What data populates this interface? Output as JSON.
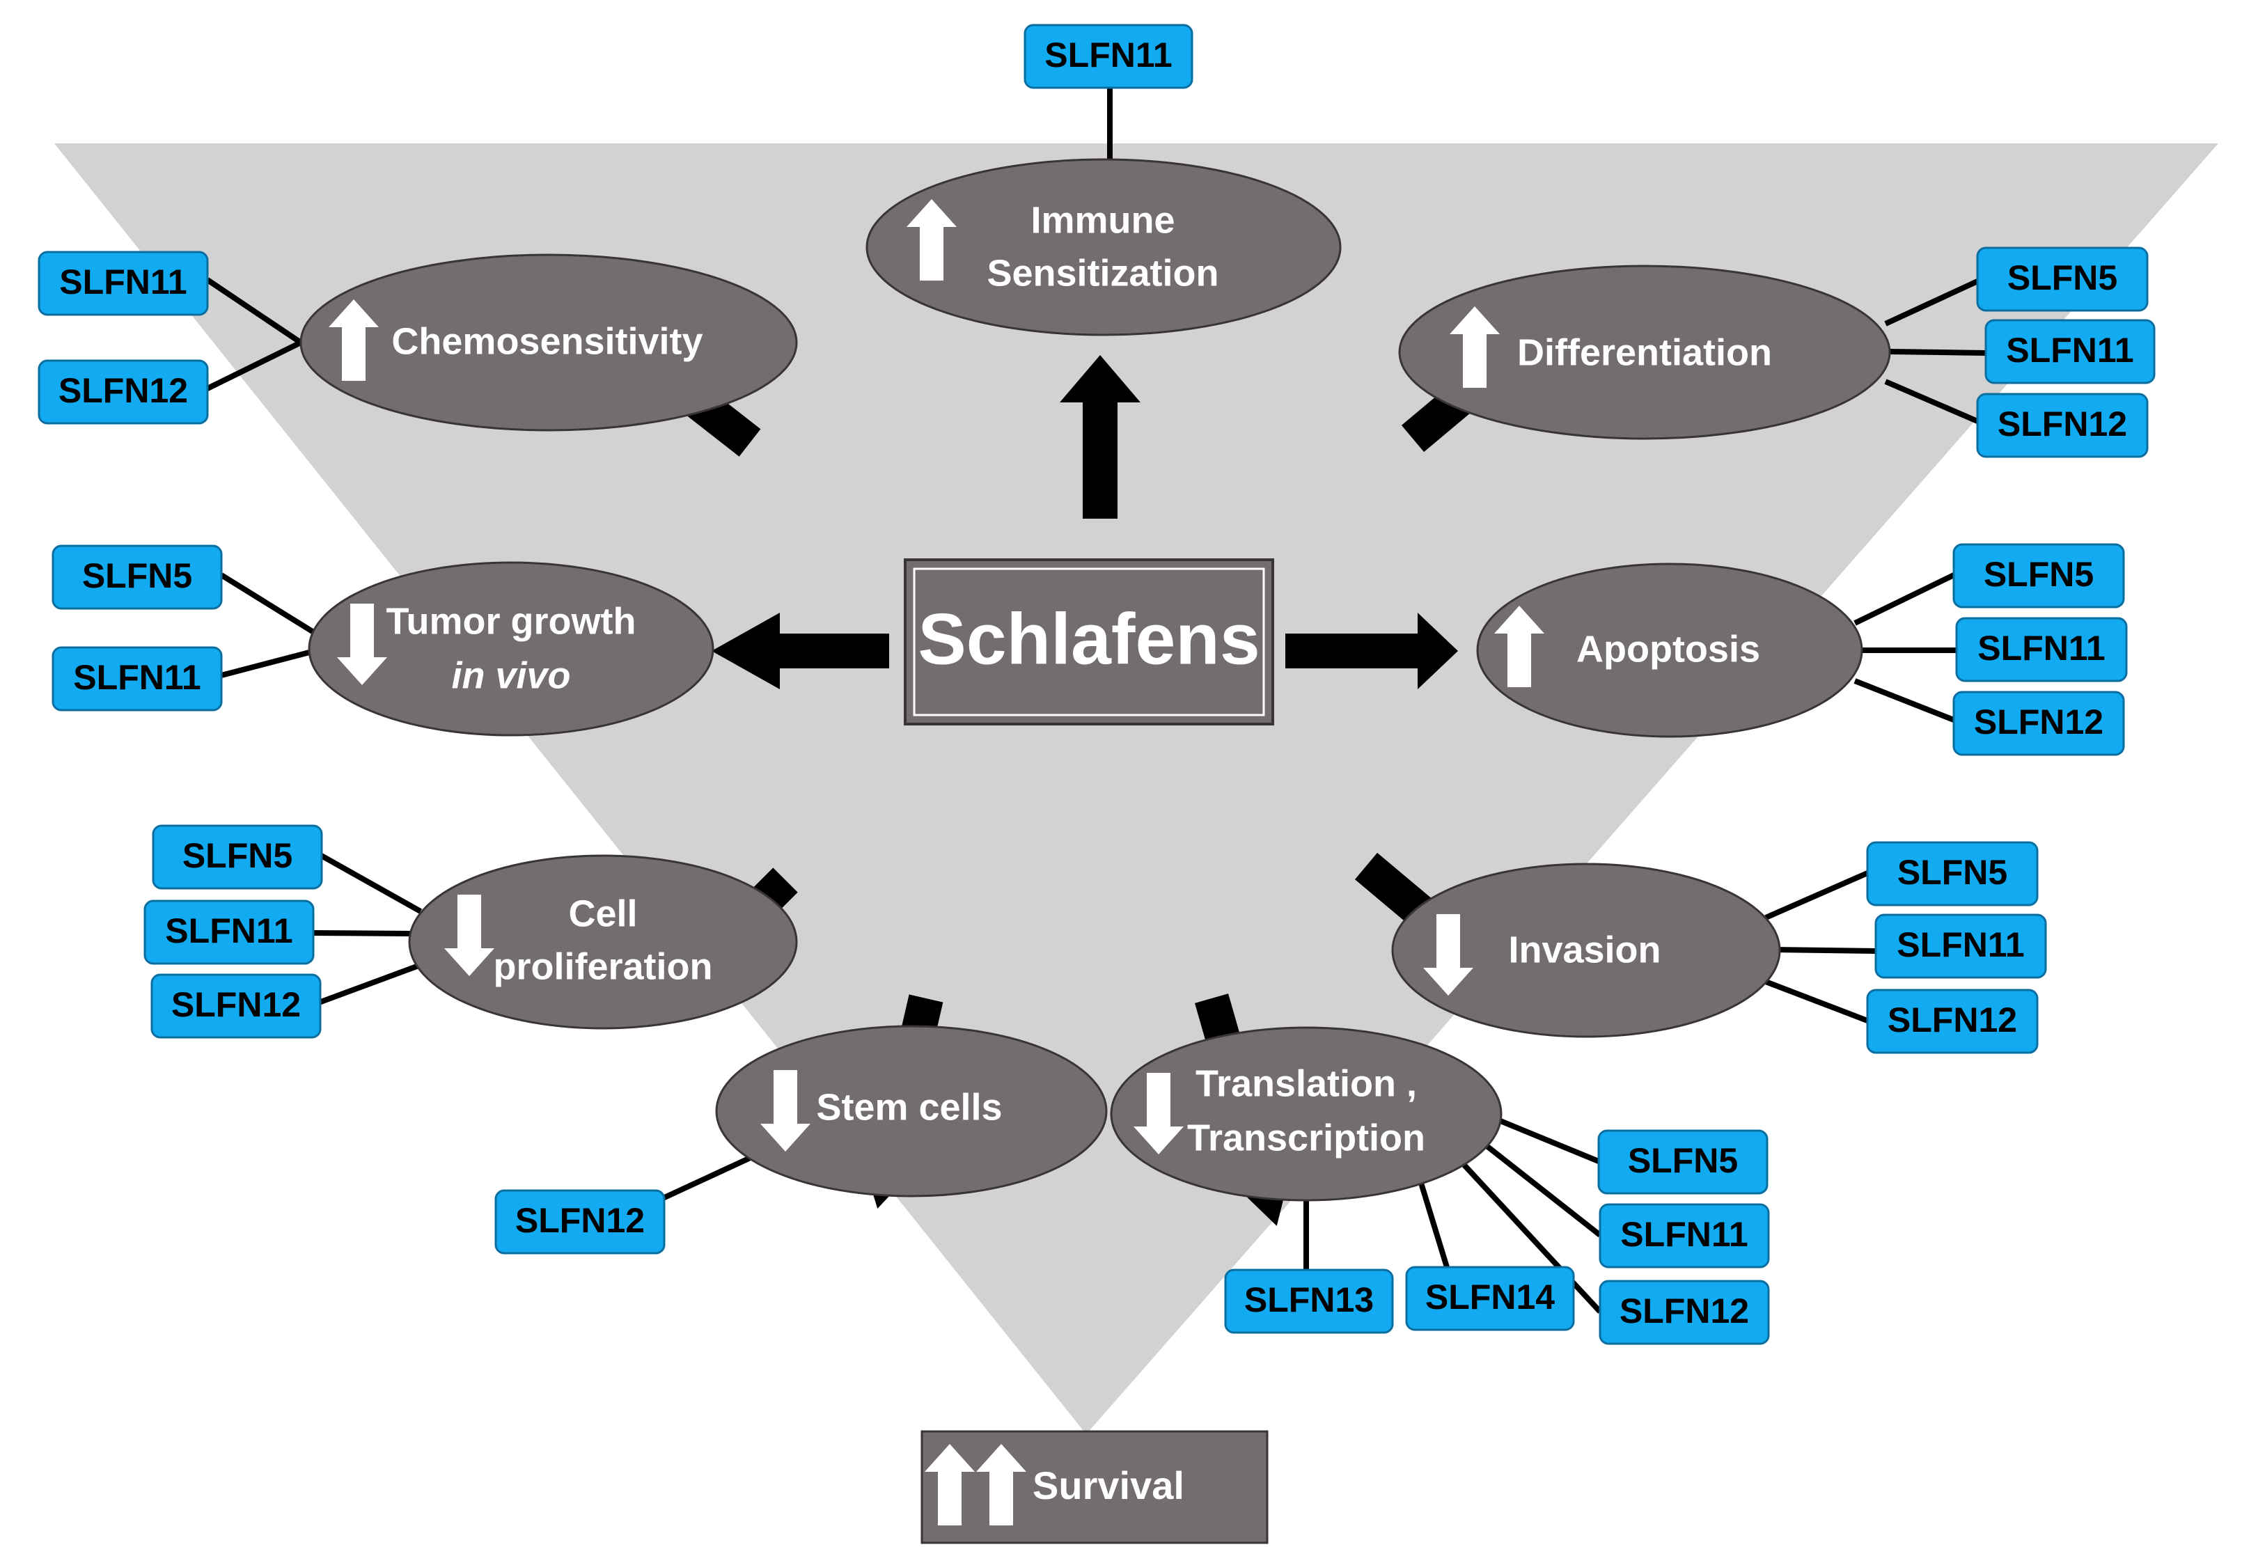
{
  "colors": {
    "background": "#ffffff",
    "triangle": "#d3d2d2",
    "node_fill": "#746d6d",
    "node_stroke": "#3a3535",
    "tag_fill": "#12aaf0",
    "tag_stroke": "#0a6ea0",
    "connector": "#000000",
    "node_text": "#ffffff"
  },
  "center": {
    "label": "Schlafens"
  },
  "nodes": {
    "immune": {
      "lines": [
        "Immune",
        "Sensitization"
      ],
      "direction": "up",
      "tags": [
        "SLFN11"
      ]
    },
    "chemosensitivity": {
      "lines": [
        "Chemosensitivity"
      ],
      "direction": "up",
      "tags": [
        "SLFN11",
        "SLFN12"
      ]
    },
    "differentiation": {
      "lines": [
        "Differentiation"
      ],
      "direction": "up",
      "tags": [
        "SLFN5",
        "SLFN11",
        "SLFN12"
      ]
    },
    "tumor": {
      "lines": [
        "Tumor growth",
        "in vivo"
      ],
      "direction": "down",
      "tags": [
        "SLFN5",
        "SLFN11"
      ]
    },
    "apoptosis": {
      "lines": [
        "Apoptosis"
      ],
      "direction": "up",
      "tags": [
        "SLFN5",
        "SLFN11",
        "SLFN12"
      ]
    },
    "proliferation": {
      "lines": [
        "Cell",
        "proliferation"
      ],
      "direction": "down",
      "tags": [
        "SLFN5",
        "SLFN11",
        "SLFN12"
      ]
    },
    "invasion": {
      "lines": [
        "Invasion"
      ],
      "direction": "down",
      "tags": [
        "SLFN5",
        "SLFN11",
        "SLFN12"
      ]
    },
    "stem": {
      "lines": [
        "Stem cells"
      ],
      "direction": "down",
      "tags": [
        "SLFN12"
      ]
    },
    "translation": {
      "lines": [
        "Translation ,",
        "Transcription"
      ],
      "direction": "down",
      "tags": [
        "SLFN5",
        "SLFN11",
        "SLFN12",
        "SLFN13",
        "SLFN14"
      ]
    }
  },
  "survival": {
    "label": "Survival",
    "direction": "up-up"
  }
}
